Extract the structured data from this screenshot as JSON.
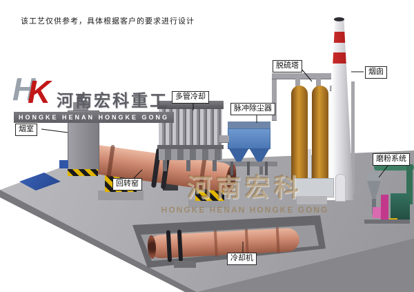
{
  "disclaimer": "该工艺仅供参考，具体根据客户的要求进行设计",
  "logo": {
    "monogram_h": "H",
    "monogram_k": "K",
    "company": "河南宏科重工",
    "banner": "HONGKE HENAN HONGKE GONG"
  },
  "watermark": {
    "cn": "河南宏科",
    "en": "HONGKE HENAN HONGKE GONG"
  },
  "labels": {
    "smoke_chamber": "烟室",
    "rotary_kiln": "回转窑",
    "multi_tube_cooler": "多管冷却",
    "pulse_dust_collector": "脉冲除尘器",
    "desulfurization_tower": "脱硫塔",
    "chimney": "烟囱",
    "grinding_system": "磨粉系统",
    "cooling_machine": "冷却机"
  },
  "colors": {
    "kiln_salmon": "#cf8a72",
    "dust_collector_blue": "#4a76b4",
    "tower_orange": "#b87a28",
    "chimney_band_red": "#c32222",
    "hazard_yellow": "#e0b400",
    "platform_gray": "#a8a8ac",
    "logo_red": "#c21717"
  }
}
